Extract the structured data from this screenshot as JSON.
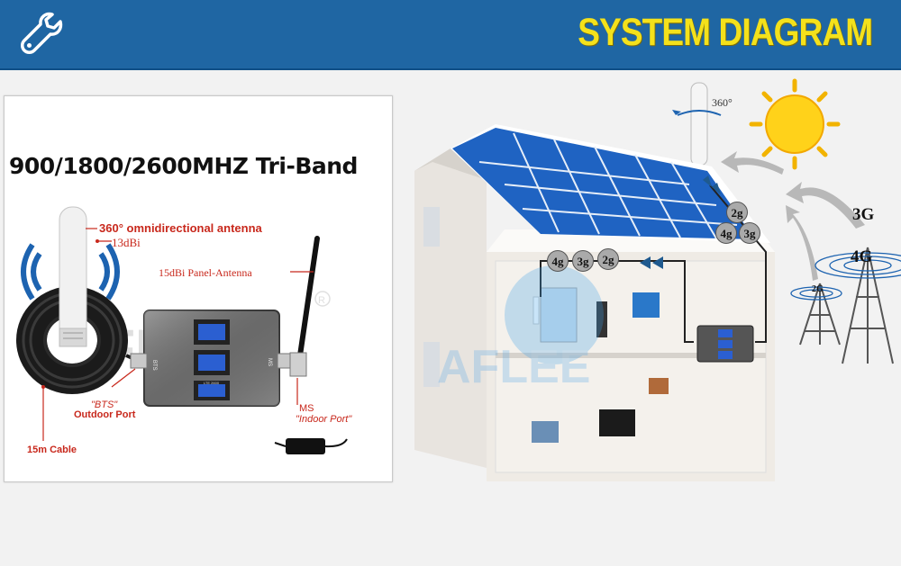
{
  "header": {
    "icon": "wrench-icon",
    "title": "SYSTEM DIAGRAM",
    "colors": {
      "bar": "#1f66a3",
      "title": "#f4e11b"
    }
  },
  "product": {
    "title": "900/1800/2600MHZ Tri-Band",
    "outdoor_antenna_label": "360° omnidirectional antenna",
    "outdoor_antenna_gain": "13dBi",
    "panel_antenna_label": "15dBi Panel-Antenna",
    "bts_label": "\"BTS\"",
    "outdoor_port_label": "Outdoor Port",
    "ms_label": "MS",
    "indoor_port_label": "\"Indoor Port\"",
    "cable_label": "15m Cable",
    "watermark": "AFLEE",
    "booster_port_bts": "BTS",
    "booster_port_ms": "MS",
    "booster_model": "LTE 2600"
  },
  "scene": {
    "roof_antenna_rotation": "360°",
    "roof_bands": [
      "2g",
      "4g",
      "3g"
    ],
    "indoor_bands": [
      "4g",
      "3g",
      "2g"
    ],
    "networks": {
      "three_g": "3G",
      "four_g": "4G",
      "two_g": "2G"
    },
    "watermark": "AFLEE"
  }
}
